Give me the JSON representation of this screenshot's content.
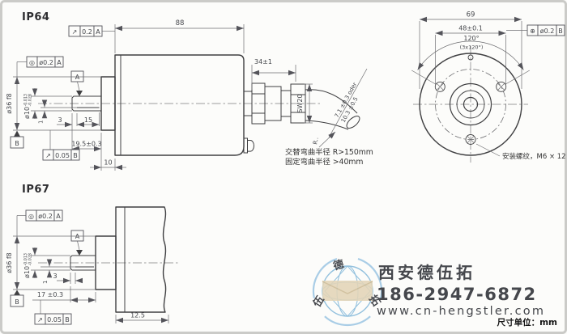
{
  "unit_note": "尺寸单位：mm",
  "ip64": {
    "label": "IP64",
    "dim_length": "88",
    "dim_gland": "34±1",
    "dim_sw": "SW20",
    "dim_shaft_len": "19.5±0.3",
    "dim_flat_len": "15",
    "dim_flat_offset": "3",
    "dim_flat_depth": "1",
    "dim_collar_width": "10",
    "dim_shaft_dia": "ø10",
    "shaft_tol_upper": "-0.013",
    "shaft_tol_lower": "-0.028",
    "dim_collar_dia": "ø36 f8",
    "cable_dia_1": "7.1 ±0.3 oder",
    "cable_dia_2": "10.3 ±0.5",
    "bend_radius_ref": "R..",
    "note_bend_1": "交替弯曲半径 R>150mm",
    "note_bend_2": "固定弯曲半径 >40mm",
    "frame_face": {
      "symbol": "↗",
      "value": "0.2",
      "datum": "A"
    },
    "frame_collar": {
      "symbol": "◎",
      "value": "ø0.2",
      "datum": "A"
    },
    "frame_flange": {
      "symbol": "↗",
      "value": "0.05",
      "datum": "B"
    },
    "datum_a": "A",
    "datum_b": "B"
  },
  "flange": {
    "dim_outer": "69",
    "dim_bolt_circle": "48±0.1",
    "dim_angle": "120°",
    "dim_angle_note": "(3x120°)",
    "frame_position": {
      "symbol": "⊕",
      "value": "ø0.2",
      "datum": "B"
    },
    "note_thread": "安装螺纹，M6 × 12"
  },
  "ip67": {
    "label": "IP67",
    "dim_shaft_len": "17 ±0.3",
    "dim_body": "12.5",
    "dim_flat_offset": "3",
    "dim_flat_depth": "1",
    "dim_shaft_dia": "ø10",
    "shaft_tol_upper": "-0.013",
    "shaft_tol_lower": "-0.028",
    "dim_collar_dia": "ø36 f8",
    "frame_collar": {
      "symbol": "◎",
      "value": "ø0.2",
      "datum": "A"
    },
    "frame_flange": {
      "symbol": "↗",
      "value": "0.05",
      "datum": "B"
    },
    "datum_a": "A",
    "datum_b": "B"
  },
  "watermark": {
    "company": "西安德伍拓",
    "phone": "186-2947-6872",
    "website": "www.cn-hengstler.com",
    "logo_chars": [
      "德",
      "伍",
      "拓"
    ],
    "colors": {
      "green": "#529e54",
      "blue": "#68a4d8",
      "gray": "#a8a8a8",
      "logo_blue": "#9cc6e2",
      "logo_tan": "#e3d5b8"
    }
  }
}
